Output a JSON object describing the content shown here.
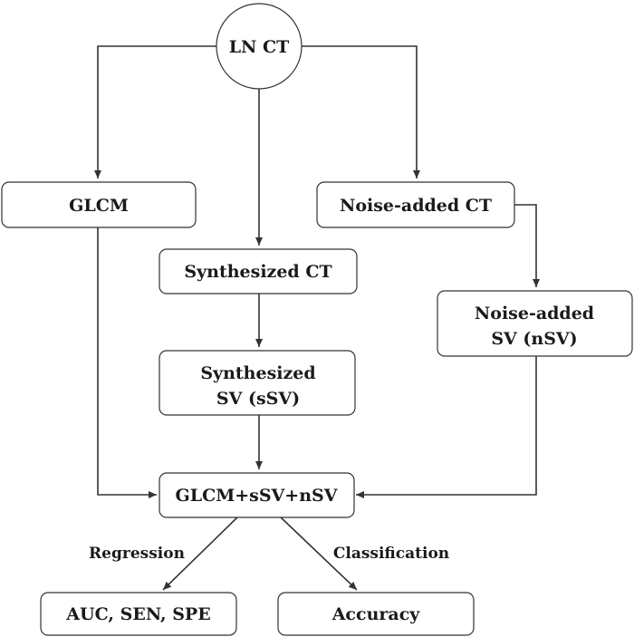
{
  "nodes": {
    "ln_ct": "LN CT",
    "glcm": "GLCM",
    "noise_added_ct": "Noise-added CT",
    "synthesized_ct": "Synthesized CT",
    "noise_added_sv": [
      "Noise-added",
      "SV (nSV)"
    ],
    "synthesized_sv": [
      "Synthesized",
      "SV (sSV)"
    ],
    "combined": "GLCM+sSV+nSV",
    "regression_output": "AUC, SEN, SPE",
    "classification_output": "Accuracy"
  },
  "edge_labels": {
    "regression": "Regression",
    "classification": "Classification"
  },
  "colors": {
    "stroke": "#333333",
    "text": "#1a1a1a",
    "background": "#ffffff"
  }
}
